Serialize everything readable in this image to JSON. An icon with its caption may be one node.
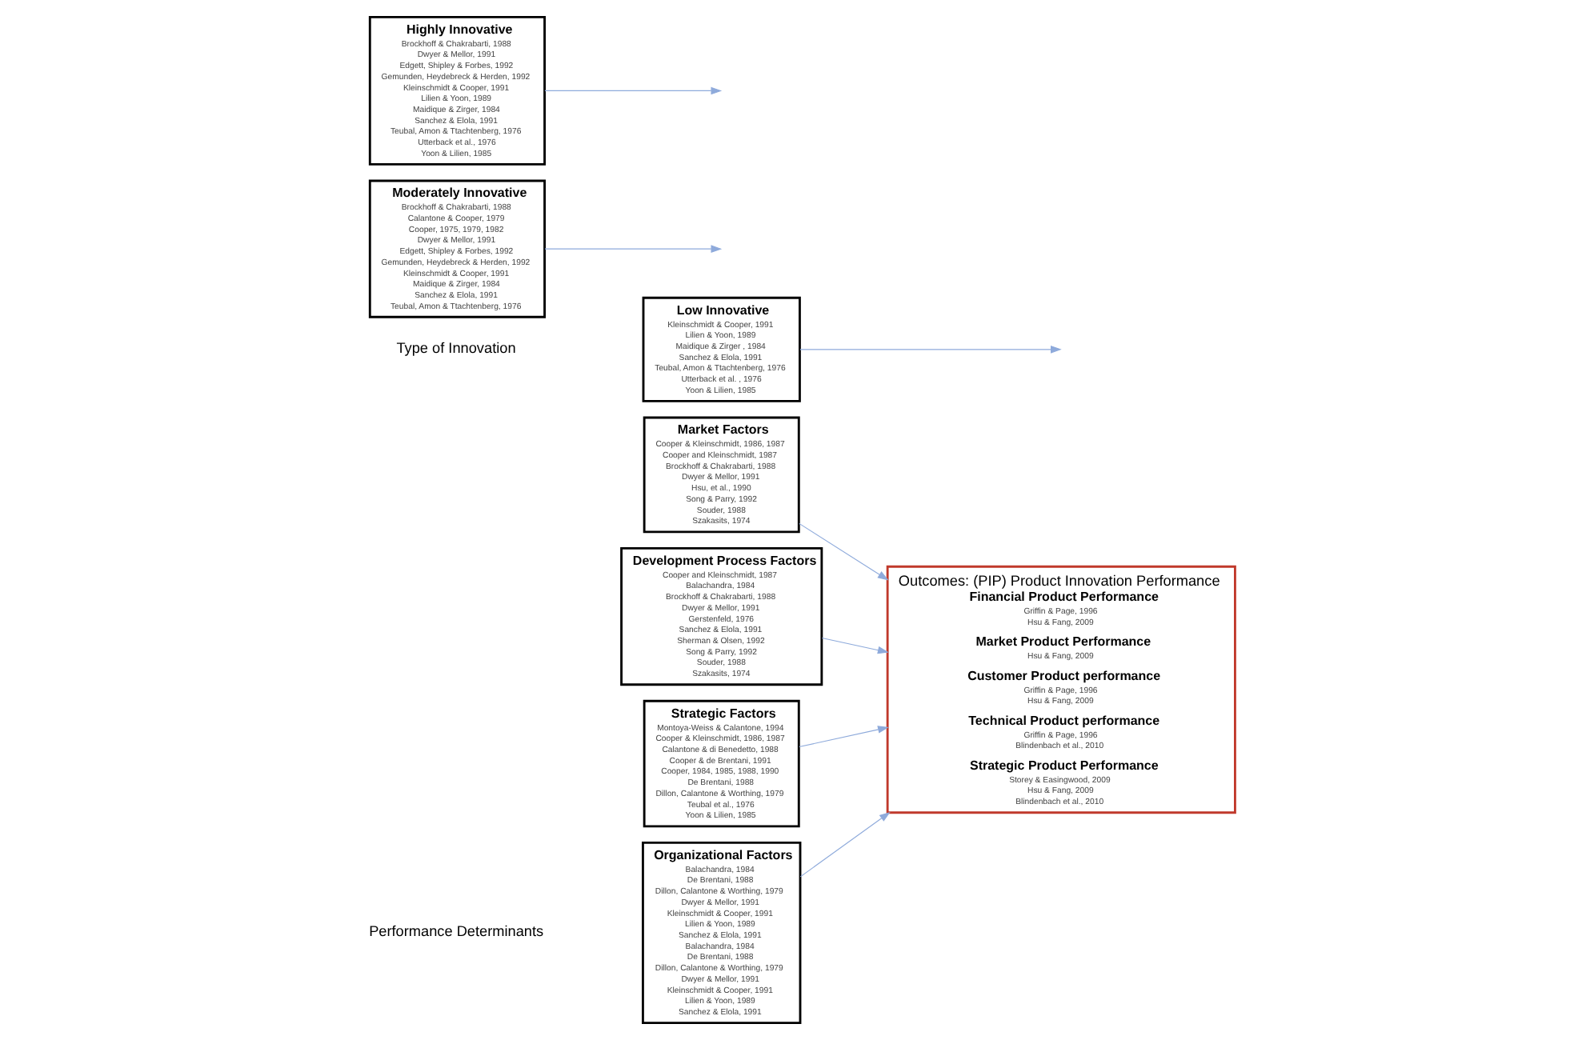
{
  "diagram": {
    "nodes": [
      {
        "text": [
          "Organizational Factors",
          "Balachandra, 1984",
          "De Brentani, 1988",
          "Dillon, Calantone & Worthing, 1979",
          "Dwyer & Mellor, 1991",
          "Kleinschmidt & Cooper, 1991",
          "Lilien & Yoon, 1989",
          "Sanchez & Elola, 1991",
          "Balachandra, 1984",
          "De Brentani, 1988",
          "Dillon, Calantone & Worthing, 1979",
          "Dwyer & Mellor, 1991",
          "Kleinschmidt & Cooper, 1991",
          "Lilien & Yoon, 1989",
          "Sanchez & Elola, 1991"
        ]
      },
      {
        "text": [
          "Market Factors",
          "Cooper & Kleinschmidt, 1986, 1987",
          "Cooper and Kleinschmidt, 1987",
          "Brockhoff & Chakrabarti, 1988",
          "Dwyer & Mellor, 1991",
          "Hsu, et al., 1990",
          "Song & Parry, 1992",
          "Souder, 1988",
          "Szakasits, 1974"
        ]
      },
      {
        "text": [
          "Development Process Factors",
          "Cooper and Kleinschmidt, 1987",
          "Balachandra, 1984",
          "Brockhoff & Chakrabarti, 1988",
          "Dwyer & Mellor, 1991",
          "Gerstenfeld, 1976",
          "Sanchez & Elola, 1991",
          "Sherman & Olsen, 1992",
          "Song & Parry, 1992",
          "Souder, 1988",
          "Szakasits, 1974"
        ]
      },
      {
        "text": [
          "Strategic Factors",
          "Montoya-Weiss & Calantone, 1994",
          "Cooper & Kleinschmidt, 1986, 1987",
          "Calantone & di Benedetto, 1988",
          "Cooper & de Brentani, 1991",
          "Cooper, 1984, 1985, 1988, 1990",
          "De Brentani, 1988",
          "Dillon, Calantone & Worthing, 1979",
          "Teubal et al., 1976",
          "Yoon & Lilien, 1985"
        ]
      },
      {
        "text": [
          "Low Innovative",
          "Kleinschmidt & Cooper, 1991",
          "Lilien & Yoon, 1989",
          "Maidique & Zirger , 1984",
          "Sanchez & Elola, 1991",
          "Teubal, Amon & Ttachtenberg, 1976",
          "Utterback et al. , 1976",
          "Yoon & Lilien, 1985"
        ]
      },
      {
        "text": [
          "Moderately Innovative",
          "Brockhoff & Chakrabarti, 1988",
          "Calantone & Cooper, 1979",
          "Cooper, 1975, 1979, 1982",
          "Dwyer & Mellor, 1991",
          "Edgett, Shipley & Forbes, 1992",
          "Gemunden, Heydebreck & Herden, 1992",
          "Kleinschmidt & Cooper, 1991",
          "Maidique & Zirger, 1984",
          "Sanchez & Elola, 1991",
          "Teubal, Amon & Ttachtenberg, 1976"
        ]
      },
      {
        "text": [
          "Highly Innovative",
          "Brockhoff & Chakrabarti, 1988",
          "Dwyer & Mellor, 1991",
          "Edgett, Shipley & Forbes, 1992",
          "Gemunden, Heydebreck & Herden, 1992",
          "Kleinschmidt & Cooper, 1991",
          "Lilien & Yoon, 1989",
          "Maidique & Zirger, 1984",
          "Sanchez & Elola, 1991",
          "Teubal, Amon & Ttachtenberg, 1976",
          "Utterback et al., 1976",
          "Yoon & Lilien, 1985"
        ]
      },
      {
        "text": [
          "Outcomes: (PIP) Product Innovation Performance",
          "Financial Product Performance",
          "Griffin & Page, 1996",
          "Hsu & Fang, 2009",
          "Market Product Performance",
          "Hsu & Fang, 2009",
          "Customer Product performance",
          "Griffin & Page, 1996",
          "Hsu & Fang, 2009",
          "Technical Product performance",
          "Griffin & Page, 1996",
          "Blindenbach et al., 2010",
          "Strategic Product Performance",
          "Storey & Easingwood, 2009",
          "Hsu & Fang, 2009",
          "Blindenbach et al., 2010"
        ]
      }
    ],
    "edges": [
      {
        "from": 0,
        "to": 7,
        "arrow": "to"
      },
      {
        "from": 1,
        "to": 7,
        "arrow": "to"
      },
      {
        "from": 2,
        "to": 7,
        "arrow": "to"
      },
      {
        "from": 3,
        "to": 7,
        "arrow": "to"
      },
      {
        "from": 4,
        "to": null,
        "arrow": "to"
      },
      {
        "from": 5,
        "to": null,
        "arrow": "to"
      },
      {
        "from": 6,
        "to": null,
        "arrow": "to"
      }
    ],
    "labels": [
      "Performance Determinants",
      "Type of Innovation"
    ]
  }
}
